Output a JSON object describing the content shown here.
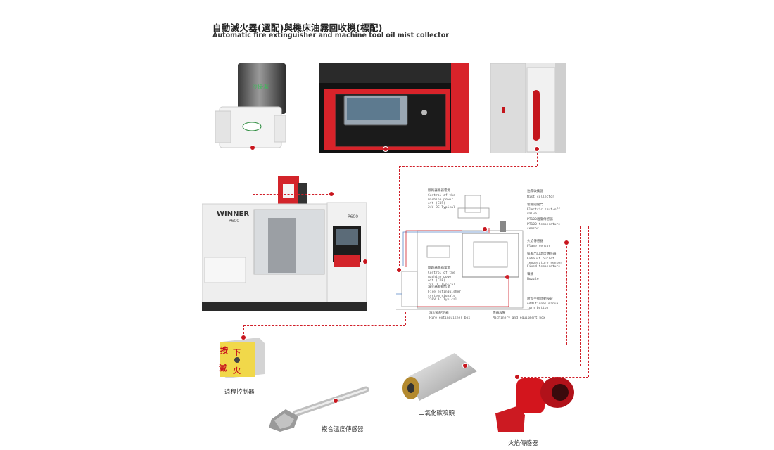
{
  "title_zh": "自動滅火器(選配)與機床油霧回收機(標配)",
  "title_en": "Automatic fire extinguisher and machine tool oil mist collector",
  "machine": {
    "brand": "WINNER",
    "model_left": "P600",
    "model_right": "P600"
  },
  "mist_collector_label": "沙優潔",
  "remote": {
    "caption": "遠程控制器",
    "keys": [
      "按",
      "下",
      "滅",
      "火"
    ]
  },
  "temp_sensor": {
    "caption": "複合溫度傳感器"
  },
  "nozzle": {
    "caption": "二氧化碳噴頭"
  },
  "flame_sensor": {
    "caption": "火焰傳感器"
  },
  "diagram": {
    "control_power_zh": "斷路器機器電源",
    "control_power_en": "Control of the\nmachine power\noff (COF)\n24V DC Typical",
    "mist_collector_zh": "油霧收集器",
    "mist_collector_en": "Mist collector",
    "shutoff_zh": "電磁閥閥門",
    "shutoff_en": "Electric shut-off\nvalve",
    "pt100_zh": "PT100溫度傳感器",
    "pt100_en": "PT100 temperature\nsensor",
    "flame_zh": "火焰傳感器",
    "flame_en": "Flame sensor",
    "exhaust_zh": "排風出口溫度傳感器",
    "exhaust_en": "Exhaust outlet\ntemperature sensor\nFixed temperature",
    "nozzle_zh": "噴嘴",
    "nozzle_en": "Nozzle",
    "manual_zh": "附加手動啟動按鈕",
    "manual_en": "Additional manual\nturn button",
    "control_power2_zh": "斷路器機器電源",
    "control_power2_en": "Control of the\nmachine power\noff (COF)\n24V DC Typical",
    "fire_ext_zh": "滅火器聯動信號",
    "fire_ext_en": "Fire extinguisher\nsystem signals\n220V AC Typical",
    "box_zh": "滅火器控制箱",
    "box_en": "Fire extinguisher box",
    "machinery_zh": "機器設備",
    "machinery_en": "Machinery and equipment box"
  }
}
